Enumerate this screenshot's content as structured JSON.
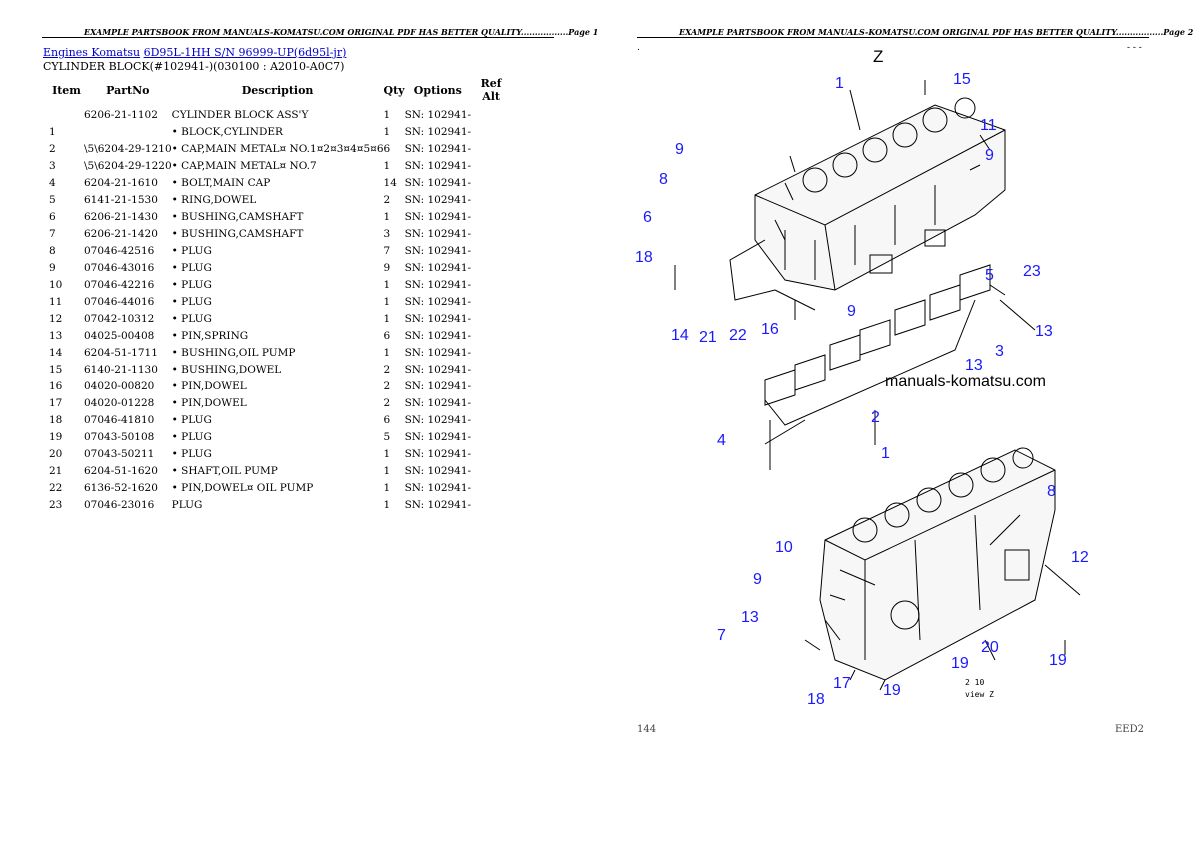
{
  "page1": {
    "header": "EXAMPLE PARTSBOOK FROM MANUALS-KOMATSU.COM ORIGINAL PDF HAS BETTER QUALITY.................Page 1",
    "breadcrumb": {
      "link1": "Engines Komatsu",
      "link2": "6D95L-1HH S/N 96999-UP(6d95l-jr)"
    },
    "subtitle": "CYLINDER BLOCK(#102941-)(030100 : A2010-A0C7)",
    "columns": {
      "item": "Item",
      "partno": "PartNo",
      "description": "Description",
      "qty": "Qty",
      "options": "Options",
      "refalt": "Ref Alt"
    },
    "rows": [
      {
        "item": "",
        "partno": "6206-21-1102",
        "description": "CYLINDER BLOCK ASS'Y",
        "qty": "1",
        "options": "SN: 102941-"
      },
      {
        "item": "1",
        "partno": "",
        "description": "• BLOCK,CYLINDER",
        "qty": "1",
        "options": "SN: 102941-"
      },
      {
        "item": "2",
        "partno": "\\5\\6204-29-1210",
        "description": "• CAP,MAIN METAL¤ NO.1¤2¤3¤4¤5¤6",
        "qty": "6",
        "options": "SN: 102941-"
      },
      {
        "item": "3",
        "partno": "\\5\\6204-29-1220",
        "description": "• CAP,MAIN METAL¤ NO.7",
        "qty": "1",
        "options": "SN: 102941-"
      },
      {
        "item": "4",
        "partno": "6204-21-1610",
        "description": "• BOLT,MAIN CAP",
        "qty": "14",
        "options": "SN: 102941-"
      },
      {
        "item": "5",
        "partno": "6141-21-1530",
        "description": "• RING,DOWEL",
        "qty": "2",
        "options": "SN: 102941-"
      },
      {
        "item": "6",
        "partno": "6206-21-1430",
        "description": "• BUSHING,CAMSHAFT",
        "qty": "1",
        "options": "SN: 102941-"
      },
      {
        "item": "7",
        "partno": "6206-21-1420",
        "description": "• BUSHING,CAMSHAFT",
        "qty": "3",
        "options": "SN: 102941-"
      },
      {
        "item": "8",
        "partno": "07046-42516",
        "description": "• PLUG",
        "qty": "7",
        "options": "SN: 102941-"
      },
      {
        "item": "9",
        "partno": "07046-43016",
        "description": "• PLUG",
        "qty": "9",
        "options": "SN: 102941-"
      },
      {
        "item": "10",
        "partno": "07046-42216",
        "description": "• PLUG",
        "qty": "1",
        "options": "SN: 102941-"
      },
      {
        "item": "11",
        "partno": "07046-44016",
        "description": "• PLUG",
        "qty": "1",
        "options": "SN: 102941-"
      },
      {
        "item": "12",
        "partno": "07042-10312",
        "description": "• PLUG",
        "qty": "1",
        "options": "SN: 102941-"
      },
      {
        "item": "13",
        "partno": "04025-00408",
        "description": "• PIN,SPRING",
        "qty": "6",
        "options": "SN: 102941-"
      },
      {
        "item": "14",
        "partno": "6204-51-1711",
        "description": "• BUSHING,OIL PUMP",
        "qty": "1",
        "options": "SN: 102941-"
      },
      {
        "item": "15",
        "partno": "6140-21-1130",
        "description": "• BUSHING,DOWEL",
        "qty": "2",
        "options": "SN: 102941-"
      },
      {
        "item": "16",
        "partno": "04020-00820",
        "description": "• PIN,DOWEL",
        "qty": "2",
        "options": "SN: 102941-"
      },
      {
        "item": "17",
        "partno": "04020-01228",
        "description": "• PIN,DOWEL",
        "qty": "2",
        "options": "SN: 102941-"
      },
      {
        "item": "18",
        "partno": "07046-41810",
        "description": "• PLUG",
        "qty": "6",
        "options": "SN: 102941-"
      },
      {
        "item": "19",
        "partno": "07043-50108",
        "description": "• PLUG",
        "qty": "5",
        "options": "SN: 102941-"
      },
      {
        "item": "20",
        "partno": "07043-50211",
        "description": "• PLUG",
        "qty": "1",
        "options": "SN: 102941-"
      },
      {
        "item": "21",
        "partno": "6204-51-1620",
        "description": "• SHAFT,OIL PUMP",
        "qty": "1",
        "options": "SN: 102941-"
      },
      {
        "item": "22",
        "partno": "6136-52-1620",
        "description": "• PIN,DOWEL¤ OIL PUMP",
        "qty": "1",
        "options": "SN: 102941-"
      },
      {
        "item": "23",
        "partno": "07046-23016",
        "description": "PLUG",
        "qty": "1",
        "options": "SN: 102941-"
      }
    ]
  },
  "page2": {
    "header": "EXAMPLE PARTSBOOK FROM MANUALS-KOMATSU.COM ORIGINAL PDF HAS BETTER QUALITY.................Page 2",
    "diagram": {
      "view_label": "Z",
      "watermark": "manuals-komatsu.com",
      "view_caption": "view Z",
      "view_caption_nums": "2    10",
      "callouts_top": [
        "1",
        "15",
        "11",
        "9",
        "9",
        "8",
        "6",
        "18",
        "23",
        "5",
        "14",
        "21",
        "22",
        "16",
        "9",
        "13",
        "3",
        "13",
        "2",
        "4"
      ],
      "callouts_bottom": [
        "1",
        "8",
        "10",
        "12",
        "9",
        "13",
        "7",
        "20",
        "19",
        "19",
        "17",
        "18",
        "19"
      ]
    },
    "footer_left": "144",
    "footer_right": "EED2",
    "corner_marks": "- - -"
  }
}
